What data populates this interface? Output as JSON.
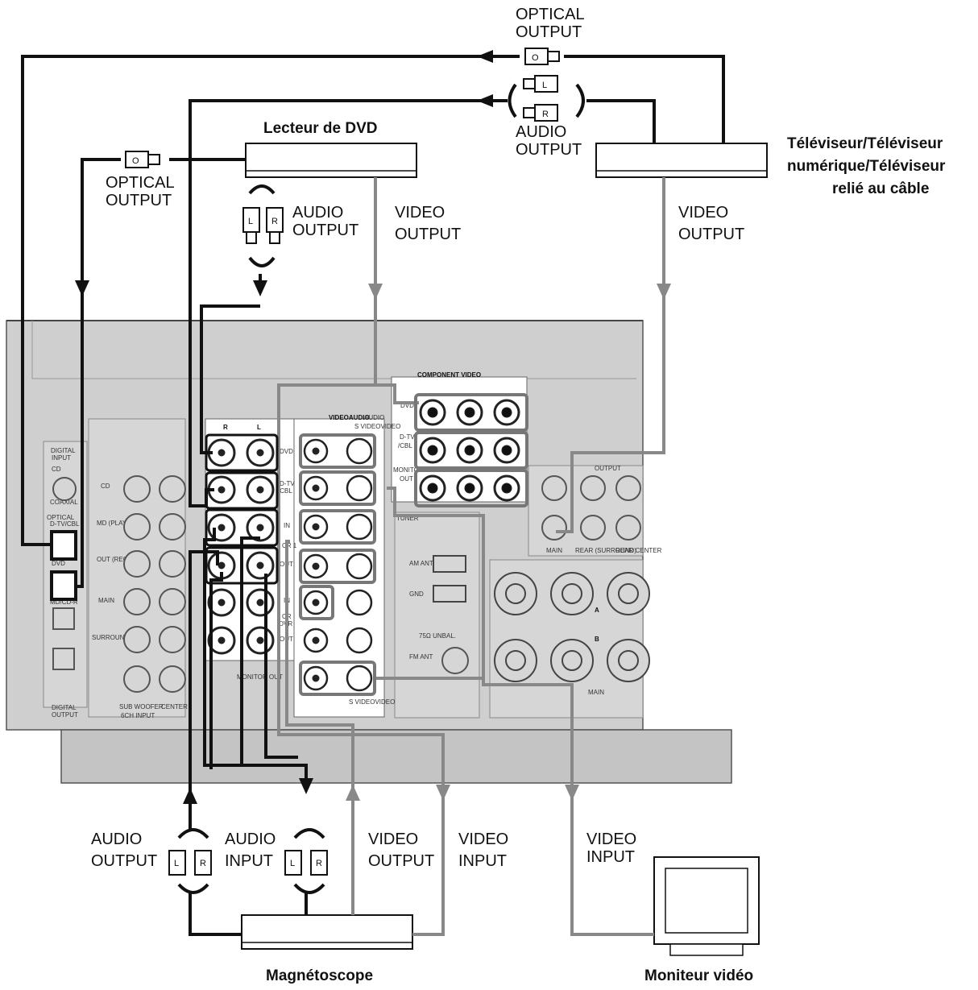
{
  "devices": {
    "dvd_player": "Lecteur de DVD",
    "tv_line1": "Téléviseur/Téléviseur",
    "tv_line2": "numérique/Téléviseur",
    "tv_line3": "relié au câble",
    "vcr": "Magnétoscope",
    "monitor": "Moniteur vidéo"
  },
  "connector_labels": {
    "optical_output_top_1": "OPTICAL",
    "optical_output_top_2": "OUTPUT",
    "audio_output_tv_1": "AUDIO",
    "audio_output_tv_2": "OUTPUT",
    "optical_output_dvd_1": "OPTICAL",
    "optical_output_dvd_2": "OUTPUT",
    "audio_output_dvd_1": "AUDIO",
    "audio_output_dvd_2": "OUTPUT",
    "video_output_dvd_1": "VIDEO",
    "video_output_dvd_2": "OUTPUT",
    "video_output_tv_1": "VIDEO",
    "video_output_tv_2": "OUTPUT",
    "audio_output_vcr_1": "AUDIO",
    "audio_output_vcr_2": "OUTPUT",
    "audio_input_vcr_1": "AUDIO",
    "audio_input_vcr_2": "INPUT",
    "video_output_vcr_1": "VIDEO",
    "video_output_vcr_2": "OUTPUT",
    "video_input_vcr_1": "VIDEO",
    "video_input_vcr_2": "INPUT",
    "video_input_monitor_1": "VIDEO",
    "video_input_monitor_2": "INPUT"
  },
  "plug_letters": {
    "left": "L",
    "right": "R",
    "optical": "O"
  },
  "receiver_panel": {
    "component_video": "COMPONENT VIDEO",
    "video_audio": "VIDEOAUDIO",
    "audio_suffix": "AUDIO",
    "s_video_video_top": "S VIDEOVIDEO",
    "s_video_video_bottom": "S VIDEOVIDEO",
    "r_mark": "R",
    "l_mark": "L",
    "row_dvd": "DVD",
    "row_dtv": "D-TV",
    "row_cbl": "/CBL",
    "row_in": "IN",
    "row_cr1": "CR 1",
    "row_out": "OUT",
    "row_in2": "IN",
    "row_cr2a": "CR",
    "row_cr2b": "/DVR",
    "row_out2": "OUT",
    "comp_dvd": "DVD",
    "comp_dtv": "D-TV",
    "comp_cbl": "/CBL",
    "comp_monitor": "MONITOR",
    "comp_out": "OUT",
    "digital_input_1": "DIGITAL",
    "digital_input_2": "INPUT",
    "cd": "CD",
    "coaxial": "COAXIAL",
    "optical": "OPTICAL",
    "dtv_cbl_opt": "D-TV/CBL",
    "dvd_opt": "DVD",
    "md_cdr": "MD/CD-R",
    "digital_output_1": "DIGITAL",
    "digital_output_2": "OUTPUT",
    "cd_label": "CD",
    "md_play": "MD (PLAY)",
    "md_rec": "OUT (REC)",
    "main": "MAIN",
    "surround": "SURROUND",
    "sub_woofer": "SUB WOOFER",
    "center": "CENTER",
    "six_ch_input": "6CH INPUT",
    "monitor_out": "MONITOR OUT",
    "tuner": "TUNER",
    "am_ant": "AM ANT",
    "gnd": "GND",
    "unbal": "75Ω UNBAL.",
    "fm_ant": "FM ANT",
    "output": "OUTPUT",
    "main_out": "MAIN",
    "rear_surround": "REAR (SURROUND)",
    "rear_center": "REAR CENTER",
    "speaker_a": "A",
    "speaker_b": "B",
    "speakers_main": "MAIN"
  }
}
